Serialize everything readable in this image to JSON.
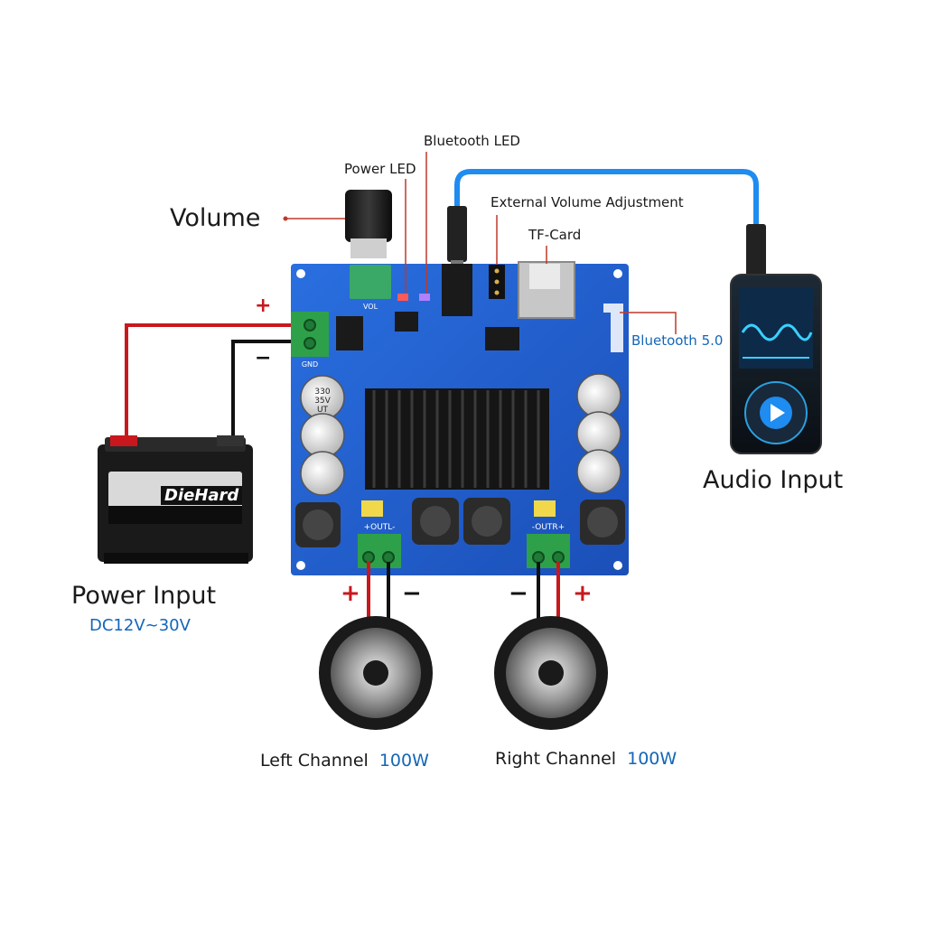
{
  "labels": {
    "bluetooth_led": "Bluetooth LED",
    "power_led": "Power LED",
    "external_volume": "External Volume Adjustment",
    "volume": "Volume",
    "tf_card": "TF-Card",
    "bluetooth_version": "Bluetooth 5.0",
    "audio_input": "Audio Input",
    "power_input": "Power Input",
    "power_range": "DC12V~30V",
    "left_channel": "Left Channel",
    "left_power": "100W",
    "right_channel": "Right Channel",
    "right_power": "100W"
  },
  "battery": {
    "brand": "DieHard"
  },
  "board": {
    "cap_label_line1": "330",
    "cap_label_line2": "35V",
    "cap_label_line3": "UT",
    "out_left": "+OUTL-",
    "out_right": "-OUTR+",
    "vol_marking": "VOL",
    "gnd_marking": "GND"
  },
  "polarity": {
    "power_plus": "+",
    "power_minus": "−",
    "left_plus": "+",
    "left_minus": "−",
    "right_minus": "−",
    "right_plus": "+"
  },
  "colors": {
    "board": "#1f5fd0",
    "positive_wire": "#c8181e",
    "negative_wire": "#111111",
    "aux_cable": "#1e8cf0",
    "terminal": "#2fa04a",
    "accent_blue_text": "#1466b8"
  }
}
